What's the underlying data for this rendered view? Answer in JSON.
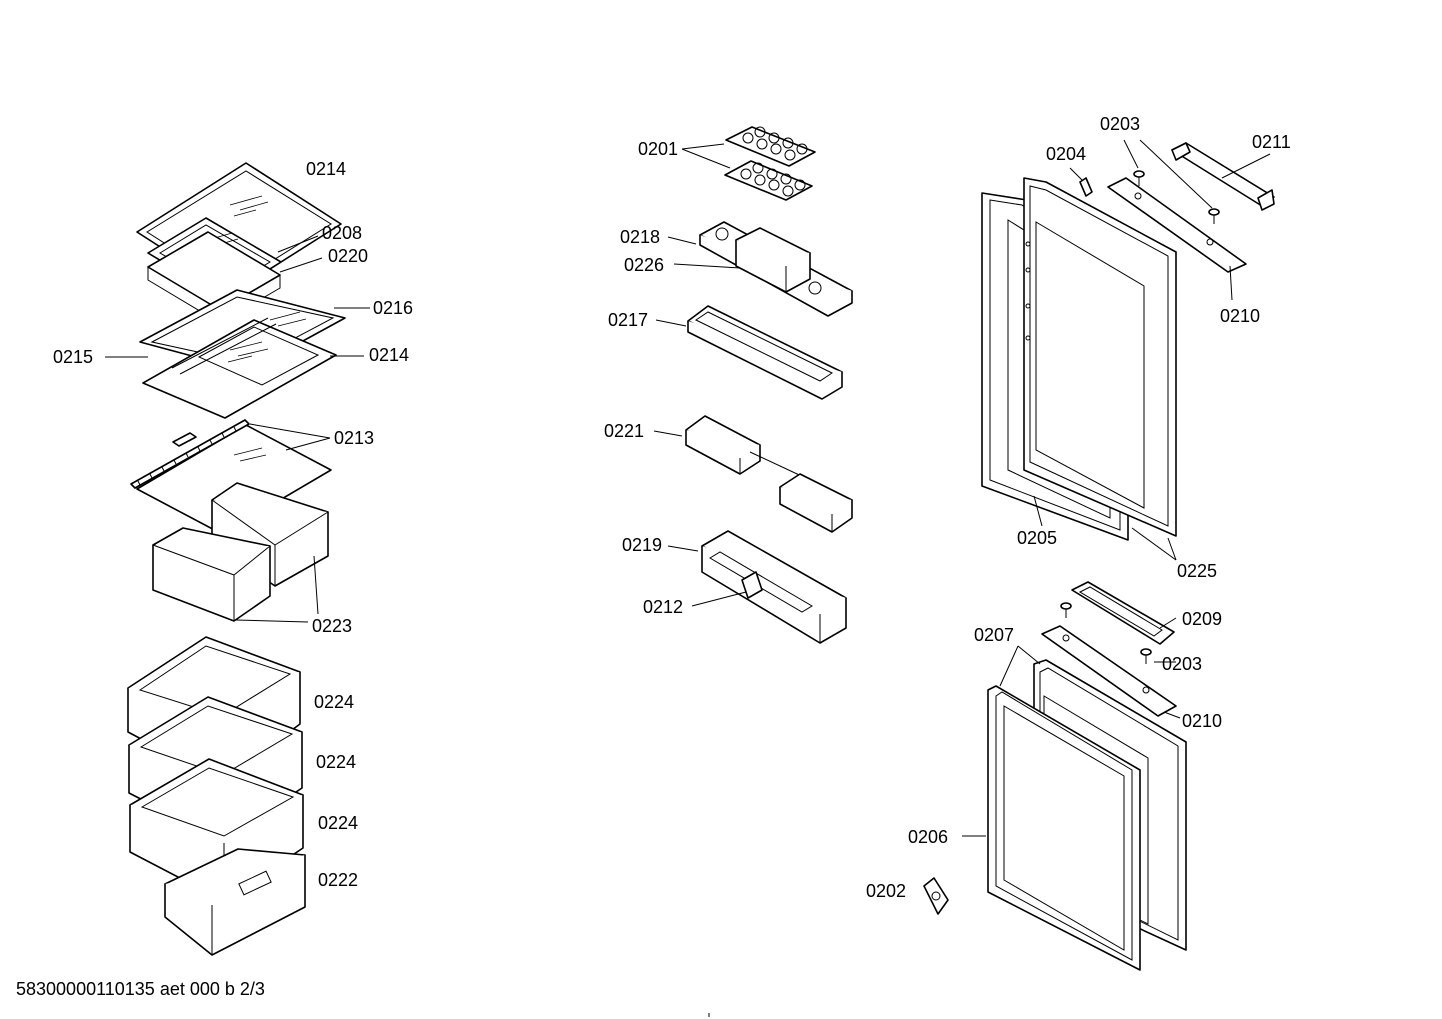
{
  "labels": {
    "l0214a": "0214",
    "l0208": "0208",
    "l0220": "0220",
    "l0216": "0216",
    "l0215": "0215",
    "l0214b": "0214",
    "l0213": "0213",
    "l0223": "0223",
    "l0224a": "0224",
    "l0224b": "0224",
    "l0224c": "0224",
    "l0222": "0222",
    "l0201": "0201",
    "l0218": "0218",
    "l0226": "0226",
    "l0217": "0217",
    "l0221": "0221",
    "l0219": "0219",
    "l0212": "0212",
    "l0203a": "0203",
    "l0211": "0211",
    "l0204": "0204",
    "l0210a": "0210",
    "l0205": "0205",
    "l0225": "0225",
    "l0209": "0209",
    "l0207": "0207",
    "l0203b": "0203",
    "l0210b": "0210",
    "l0206": "0206",
    "l0202": "0202"
  },
  "footer": {
    "drawing_id": "58300000110135 aet 000 b 2/3"
  }
}
